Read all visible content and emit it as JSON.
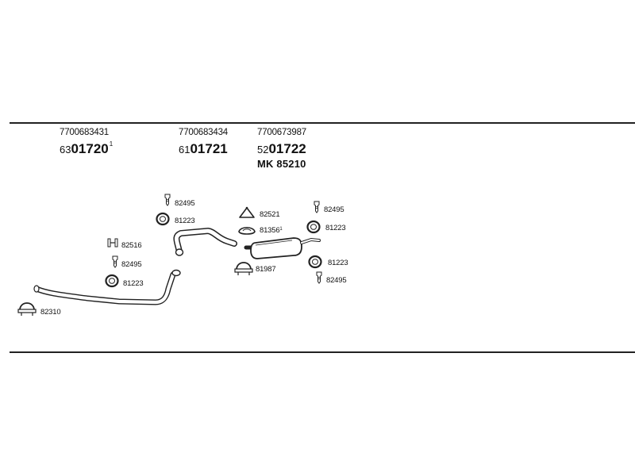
{
  "header_parts": [
    {
      "oem": "7700683431",
      "ref_prefix": "63",
      "ref_main": "01720",
      "ref_sup": "1"
    },
    {
      "oem": "7700683434",
      "ref_prefix": "61",
      "ref_main": "01721",
      "ref_sup": ""
    },
    {
      "oem": "7700673987",
      "ref_prefix": "52",
      "ref_main": "01722",
      "ref_sup": "",
      "mk": "MK  85210"
    }
  ],
  "labels": {
    "l82495_a": "82495",
    "l81223_a": "81223",
    "l82516": "82516",
    "l82495_b": "82495",
    "l81223_b": "81223",
    "l82310": "82310",
    "l82521": "82521",
    "l81356": "81356",
    "l81356_sup": "1",
    "l81987": "81987",
    "l82495_c": "82495",
    "l81223_c": "81223",
    "l81223_d": "81223",
    "l82495_d": "82495"
  }
}
